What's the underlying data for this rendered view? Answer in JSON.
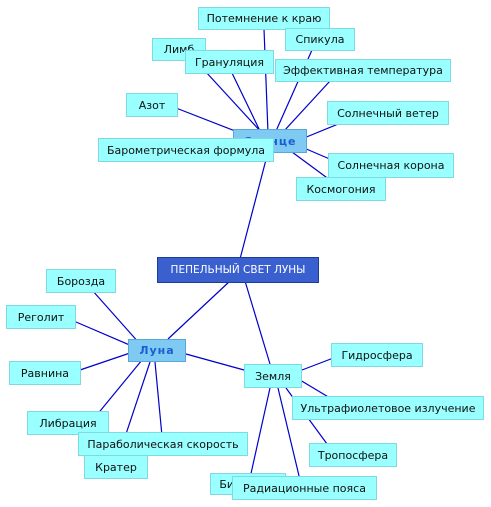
{
  "diagram": {
    "center": {
      "label": "ПЕПЕЛЬНЫЙ СВЕТ ЛУНЫ"
    },
    "hubs": {
      "sun": {
        "label": "Солнце"
      },
      "moon": {
        "label": "Луна"
      },
      "earth": {
        "label": "Земля"
      }
    },
    "sun_topics": [
      "Потемнение к краю",
      "Лимб",
      "Спикула",
      "Грануляция",
      "Эффективная температура",
      "Азот",
      "Солнечный ветер",
      "Барометрическая формула",
      "Солнечная корона",
      "Космогония"
    ],
    "moon_topics": [
      "Борозда",
      "Реголит",
      "Равнина",
      "Либрация",
      "Параболическая скорость",
      "Кратер"
    ],
    "earth_topics": [
      "Гидросфера",
      "Ультрафиолетовое излучение",
      "Тропосфера",
      "Биосфера",
      "Радиационные пояса"
    ],
    "colors": {
      "link": "#0000cc",
      "topic_fill": "#99ffff",
      "hub_fill": "#7fcaf2",
      "center_fill": "#3a5fcf"
    }
  }
}
